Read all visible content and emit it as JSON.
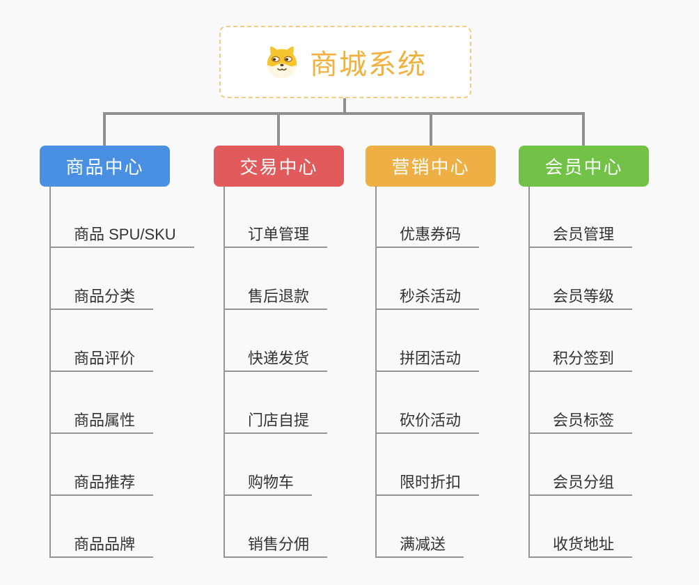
{
  "root": {
    "label": "商城系统",
    "icon": "shiba-dog-icon",
    "title_color": "#f2b13d",
    "border_color": "#f5cb82"
  },
  "connector_color": "#909090",
  "underline_color": "#949494",
  "branches": [
    {
      "label": "商品中心",
      "color": "#4a90e2",
      "items": [
        "商品 SPU/SKU",
        "商品分类",
        "商品评价",
        "商品属性",
        "商品推荐",
        "商品品牌"
      ]
    },
    {
      "label": "交易中心",
      "color": "#e15b5c",
      "items": [
        "订单管理",
        "售后退款",
        "快递发货",
        "门店自提",
        "购物车",
        "销售分佣"
      ]
    },
    {
      "label": "营销中心",
      "color": "#eeb045",
      "items": [
        "优惠券码",
        "秒杀活动",
        "拼团活动",
        "砍价活动",
        "限时折扣",
        "满减送"
      ]
    },
    {
      "label": "会员中心",
      "color": "#72c247",
      "items": [
        "会员管理",
        "会员等级",
        "积分签到",
        "会员标签",
        "会员分组",
        "收货地址"
      ]
    }
  ]
}
